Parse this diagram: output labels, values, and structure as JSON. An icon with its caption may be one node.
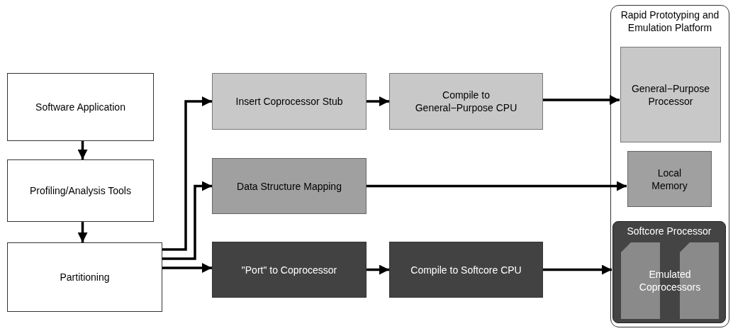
{
  "diagram": {
    "nodes": [
      {
        "text": [
          "Software Application"
        ]
      },
      {
        "text": [
          "Profiling/Analysis Tools"
        ]
      },
      {
        "text": [
          "Partitioning"
        ]
      },
      {
        "text": [
          "Insert Coprocessor Stub"
        ]
      },
      {
        "text": [
          "Compile to General−Purpose CPU"
        ]
      },
      {
        "text": [
          "Data Structure Mapping"
        ]
      },
      {
        "text": [
          "\"Port\" to Coprocessor"
        ]
      },
      {
        "text": [
          "Compile to Softcore CPU"
        ]
      },
      {
        "text": [
          "Rapid Prototyping and Emulation Platform"
        ]
      },
      {
        "text": [
          "General−Purpose Processor"
        ],
        "in": 8
      },
      {
        "text": [
          "Local Memory"
        ],
        "in": 8
      },
      {
        "text": [
          "Softcore Processor"
        ],
        "in": 8
      },
      {
        "text": [
          "Emulated Coprocessors"
        ],
        "in": 11
      }
    ],
    "edges": [
      {
        "from": 0,
        "to": 1,
        "arrow": "to"
      },
      {
        "from": 1,
        "to": 2,
        "arrow": "to"
      },
      {
        "from": 2,
        "to": 3,
        "arrow": "to"
      },
      {
        "from": 2,
        "to": 5,
        "arrow": "to"
      },
      {
        "from": 2,
        "to": 6,
        "arrow": "to"
      },
      {
        "from": 3,
        "to": 4,
        "arrow": "to"
      },
      {
        "from": 4,
        "to": 9,
        "arrow": "to"
      },
      {
        "from": 5,
        "to": 10,
        "arrow": "to"
      },
      {
        "from": 6,
        "to": 7,
        "arrow": "to"
      },
      {
        "from": 7,
        "to": 11,
        "arrow": "to"
      }
    ]
  }
}
